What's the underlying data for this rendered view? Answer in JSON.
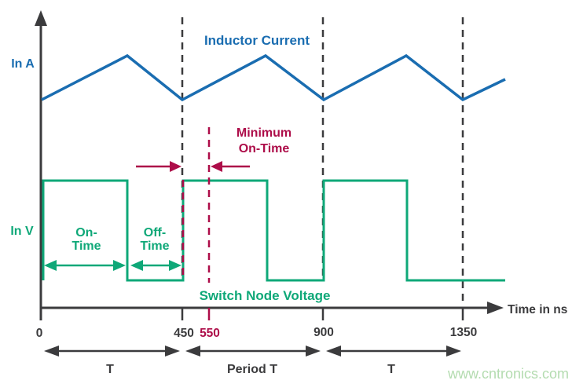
{
  "figure": {
    "labels": {
      "y_top_unit": "In A",
      "y_bottom_unit": "In V",
      "inductor_current": "Inductor Current",
      "minimum_on_time_line1": "Minimum",
      "minimum_on_time_line2": "On-Time",
      "on_time_line1": "On-",
      "on_time_line2": "Time",
      "off_time_line1": "Off-",
      "off_time_line2": "Time",
      "switch_node_voltage": "Switch Node Voltage",
      "x_axis_label": "Time in ns",
      "t_left": "T",
      "period_t": "Period T",
      "t_right": "T"
    },
    "watermark": "www.cntronics.com",
    "colors": {
      "axis_dark": "#3b3b3d",
      "inductor_blue": "#1a6db1",
      "switch_green": "#0fa878",
      "annotation_crimson": "#ad0d49",
      "watermark_green": "#b4dcb0"
    }
  },
  "chart_data": {
    "type": "line",
    "title": "",
    "xlabel": "Time in ns",
    "ylabel_top": "In A",
    "ylabel_bottom": "In V",
    "x_unit": "ns",
    "x_ticks": [
      0,
      450,
      550,
      900,
      1350
    ],
    "x_tick_labels": [
      "0",
      "450",
      "550",
      "900",
      "1350"
    ],
    "highlighted_tick": 550,
    "grid": false,
    "legend_position": "none",
    "dashed_gridlines_ns": [
      450,
      900,
      1350
    ],
    "series": [
      {
        "name": "Inductor Current",
        "color": "#1a6db1",
        "waveform": "triangular",
        "x_ns": [
          0,
          275,
          450,
          715,
          900,
          1165,
          1350,
          1480
        ],
        "y_norm": [
          0,
          1,
          0,
          1,
          0,
          1,
          0,
          0.46
        ],
        "y_meaning": "relative inductor current (valley=0, peak=1), units of A"
      },
      {
        "name": "Switch Node Voltage",
        "color": "#0fa878",
        "waveform": "square",
        "high_intervals_ns": [
          [
            0,
            275
          ],
          [
            450,
            720
          ],
          [
            900,
            1165
          ]
        ],
        "low_intervals_ns": [
          [
            275,
            450
          ],
          [
            720,
            900
          ],
          [
            1165,
            1480
          ]
        ],
        "y_meaning": "switch node voltage high/low, units of V"
      }
    ],
    "annotations": [
      {
        "label": "On-Time",
        "from_ns": 0,
        "to_ns": 275,
        "color": "#0fa878"
      },
      {
        "label": "Off-Time",
        "from_ns": 275,
        "to_ns": 450,
        "color": "#0fa878"
      },
      {
        "label": "Minimum On-Time",
        "from_ns": 450,
        "to_ns": 550,
        "color": "#ad0d49"
      },
      {
        "label": "T",
        "from_ns": 0,
        "to_ns": 450,
        "color": "#3b3b3d"
      },
      {
        "label": "Period T",
        "from_ns": 450,
        "to_ns": 900,
        "color": "#3b3b3d"
      },
      {
        "label": "T",
        "from_ns": 900,
        "to_ns": 1350,
        "color": "#3b3b3d"
      }
    ]
  }
}
